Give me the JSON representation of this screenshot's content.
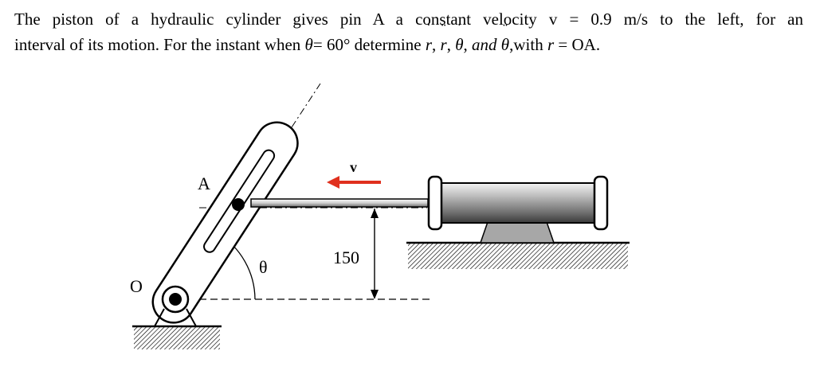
{
  "problem": {
    "line1_a": "The piston of a hydraulic cylinder gives pin A a constant velocity v = 0.9 m/s to the left, for an",
    "line2_a": "interval of its motion. For the instant when ",
    "theta_sym": "θ",
    "line2_b": "= 60° determine ",
    "r_sym": "r",
    "comma": ", ",
    "and_word": "and",
    "line2_c": ",with ",
    "line2_d": " = OA."
  },
  "diagram": {
    "label_A": "A",
    "label_O": "O",
    "label_theta": "θ",
    "label_v": "v",
    "label_height": "150",
    "colors": {
      "velocity_arrow": "#e0301e",
      "cylinder_body": "#9a9a9a",
      "stroke": "#000000"
    }
  }
}
